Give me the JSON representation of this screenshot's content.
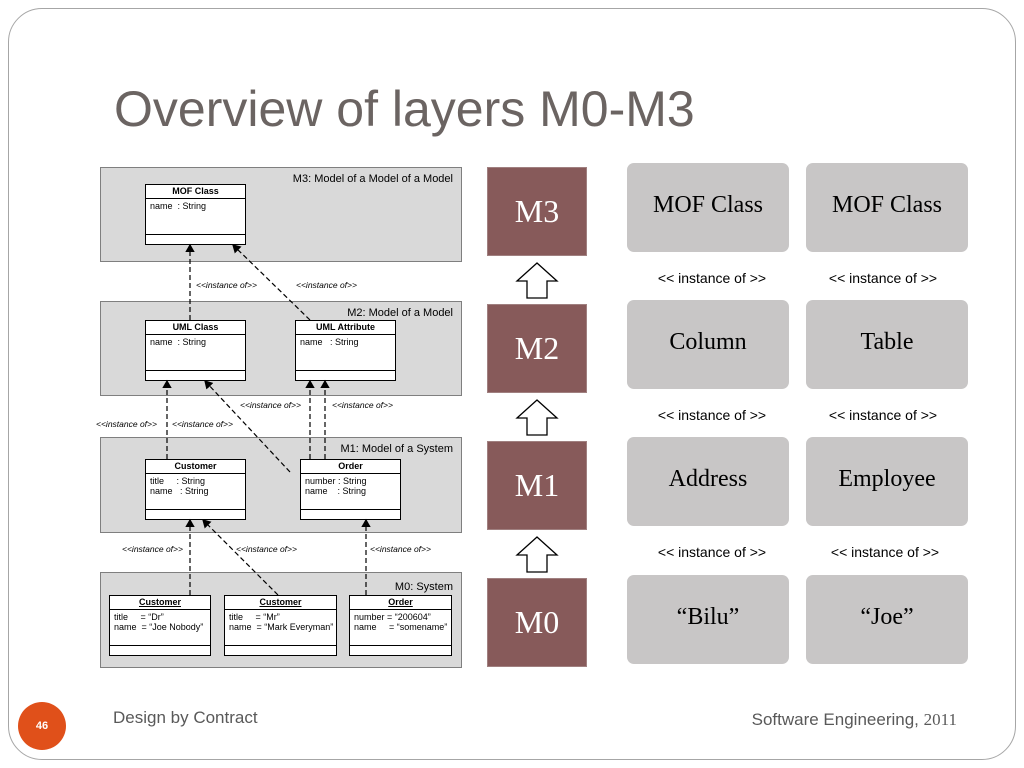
{
  "slide": {
    "title": "Overview of layers M0-M3",
    "page_number": "46",
    "footer_left": "Design by Contract",
    "footer_right": "Software Engineering, ",
    "footer_year": "2011"
  },
  "figure": {
    "layers": {
      "m3": "M3: Model of a Model of a Model",
      "m2": "M2: Model of a Model",
      "m1": "M1: Model of a System",
      "m0": "M0: System"
    },
    "classes": {
      "mof_class": {
        "name": "MOF Class",
        "attrs": "name  : String"
      },
      "uml_class": {
        "name": "UML Class",
        "attrs": "name  : String"
      },
      "uml_attribute": {
        "name": "UML Attribute",
        "attrs": "name   : String"
      },
      "customer": {
        "name": "Customer",
        "attrs": "title     : String\nname   : String"
      },
      "order": {
        "name": "Order",
        "attrs": "number : String\nname    : String"
      },
      "customer_obj1": {
        "name": "Customer",
        "attrs": "title     = “Dr”\nname  = “Joe Nobody”"
      },
      "customer_obj2": {
        "name": "Customer",
        "attrs": "title     = “Mr”\nname  = “Mark Everyman”"
      },
      "order_obj": {
        "name": "Order",
        "attrs": "number = “200604”\nname     = “somename”"
      }
    },
    "instance_of": "<<instance of>>"
  },
  "layers_table": {
    "m_labels": [
      "M3",
      "M2",
      "M1",
      "M0"
    ],
    "rows": [
      [
        "MOF Class",
        "MOF Class"
      ],
      [
        "Column",
        "Table"
      ],
      [
        "Address",
        "Employee"
      ],
      [
        "“Bilu”",
        "“Joe”"
      ]
    ],
    "instance_label": "<< instance of >>"
  },
  "colors": {
    "m_box": "#875a5a",
    "gray_box": "#c8c6c6",
    "badge": "#e0501a",
    "title": "#6b6462"
  }
}
